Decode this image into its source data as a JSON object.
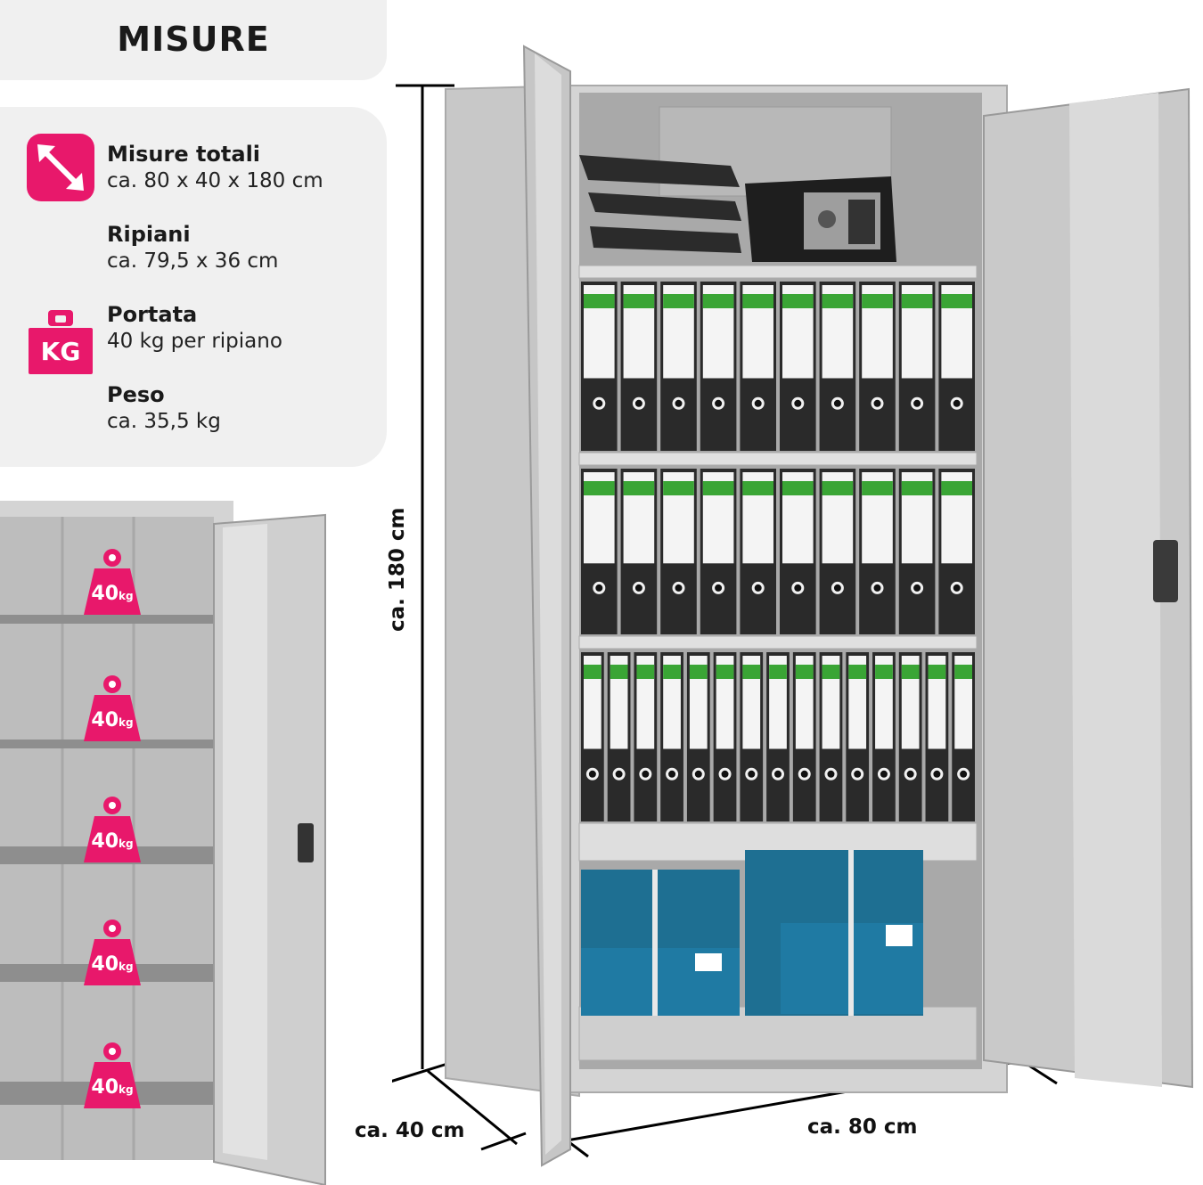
{
  "header": {
    "title": "MISURE"
  },
  "specs": [
    {
      "label": "Misure totali",
      "value": "ca. 80 x 40 x 180 cm",
      "icon": "diagonal-arrow-icon"
    },
    {
      "label": "Ripiani",
      "value": "ca. 79,5 x 36 cm",
      "icon": ""
    },
    {
      "label": "Portata",
      "value": "40 kg per ripiano",
      "icon": "kg-weight-icon",
      "icon_text": "KG"
    },
    {
      "label": "Peso",
      "value": "ca. 35,5 kg",
      "icon": ""
    }
  ],
  "dimensions": {
    "height": "ca. 180 cm",
    "depth": "ca. 40 cm",
    "width": "ca. 80 cm"
  },
  "shelf_load": {
    "value": "40",
    "unit": "kg",
    "count": 5
  },
  "colors": {
    "accent": "#e8186b",
    "panel": "#f0f0f0",
    "cabinet": "#c9c9c9",
    "binder": "#2a2a2a",
    "binder_label_green": "#3aa535",
    "box_blue": "#1e6f92"
  }
}
